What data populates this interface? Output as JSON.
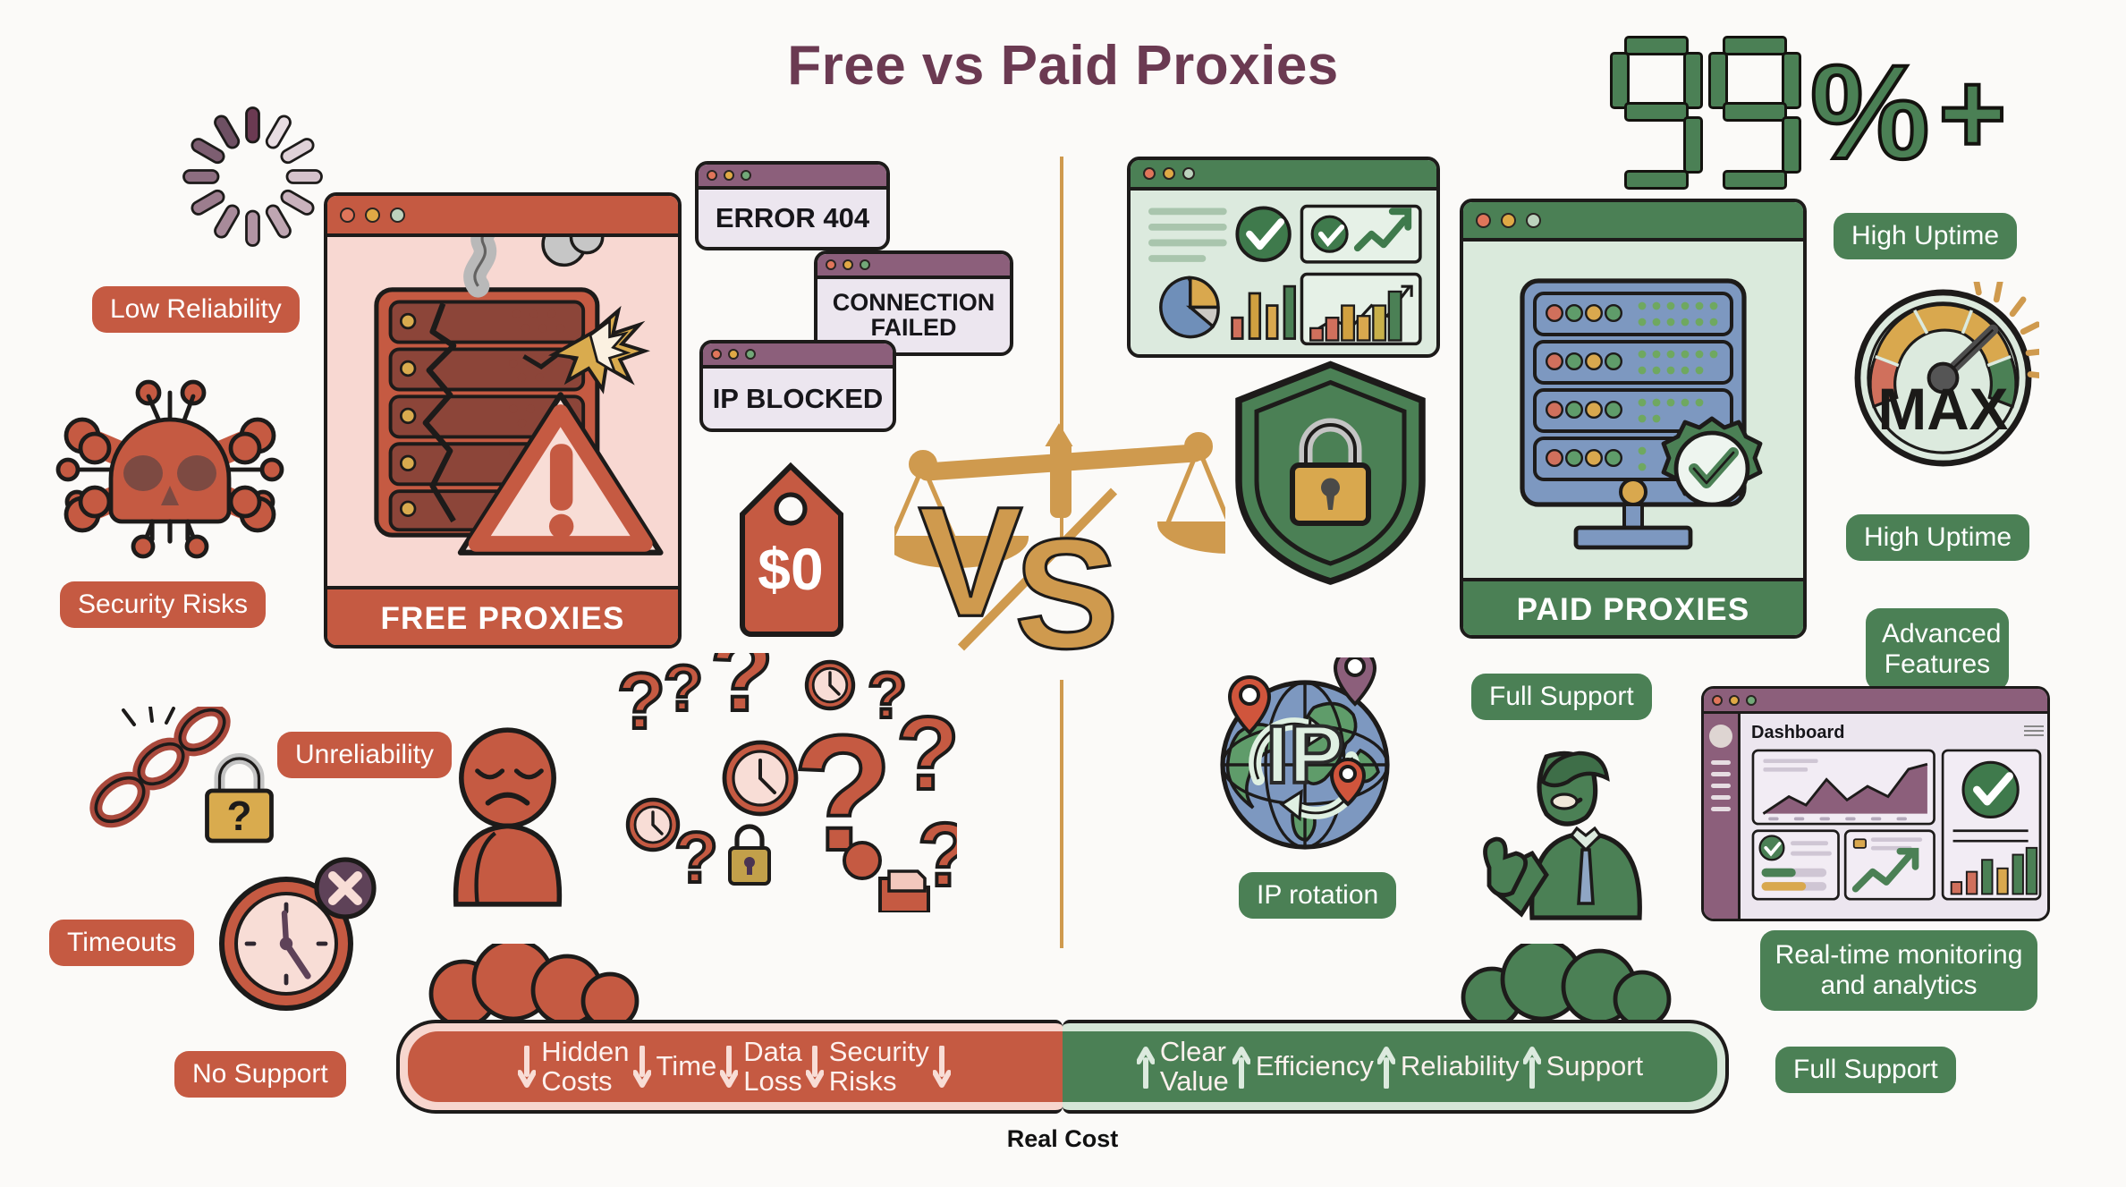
{
  "page": {
    "title": "Free vs Paid Proxies",
    "background": "#fbfaf8",
    "title_color": "#6b3a52",
    "divider_color": "#cf9a4e",
    "red_accent": "#c55a42",
    "green_accent": "#4b8055",
    "plum_accent": "#8c5f7b",
    "gold_accent": "#cf9a4e"
  },
  "left": {
    "panel_label": "FREE PROXIES",
    "price_tag": "$0",
    "badges": {
      "low_reliability": "Low Reliability",
      "security_risks": "Security Risks",
      "unreliability": "Unreliability",
      "timeouts": "Timeouts",
      "no_support": "No Support"
    },
    "error_windows": [
      {
        "text": "ERROR 404"
      },
      {
        "text": "CONNECTION FAILED"
      },
      {
        "text": "IP BLOCKED"
      }
    ],
    "icons": {
      "spinner": "loading-spinner-icon",
      "skull": "skull-malware-icon",
      "broken_chain": "broken-chain-icon",
      "lock_question": "lock-question-icon",
      "clock_x": "clock-timeout-icon",
      "sad_person": "sad-person-icon",
      "question_cluster": "question-marks-cluster-icon",
      "warning": "warning-triangle-icon",
      "smoke": "smoke-icon",
      "spark": "spark-explosion-icon"
    }
  },
  "center": {
    "vs_label": "VS",
    "scale_icon": "balance-scale-icon"
  },
  "right": {
    "panel_label": "PAID PROXIES",
    "uptime_value": "99%+",
    "gauge_label": "MAX",
    "globe_label": "IP",
    "dashboard_title": "Dashboard",
    "badges": {
      "high_uptime_top": "High Uptime",
      "high_uptime_gauge": "High Uptime",
      "advanced_features": "Advanced\nFeatures",
      "advanced_features_line1": "Advanced",
      "advanced_features_line2": "Features",
      "ip_rotation": "IP rotation",
      "full_support_left": "Full Support",
      "realtime_line1": "Real-time monitoring",
      "realtime_line2": "and analytics",
      "full_support_right": "Full Support"
    },
    "icons": {
      "shield_lock": "shield-lock-icon",
      "verified_badge": "verified-check-badge-icon",
      "gauge": "speed-gauge-icon",
      "globe": "globe-ip-rotation-icon",
      "support_person": "support-person-thumbsup-icon",
      "analytics_window": "analytics-window-icon"
    }
  },
  "bottom": {
    "caption": "Real Cost",
    "red_items": [
      {
        "arrow": "down",
        "label": "Hidden\nCosts",
        "line1": "Hidden",
        "line2": "Costs"
      },
      {
        "arrow": "down",
        "label": "Time",
        "line1": "Time",
        "line2": ""
      },
      {
        "arrow": "down",
        "label": "Data\nLoss",
        "line1": "Data",
        "line2": "Loss"
      },
      {
        "arrow": "down",
        "label": "Security\nRisks",
        "line1": "Security",
        "line2": "Risks"
      },
      {
        "arrow": "down",
        "label": "",
        "line1": "",
        "line2": ""
      }
    ],
    "green_items": [
      {
        "arrow": "up",
        "label": "Clear\nValue",
        "line1": "Clear",
        "line2": "Value"
      },
      {
        "arrow": "up",
        "label": "Efficiency",
        "line1": "Efficiency",
        "line2": ""
      },
      {
        "arrow": "up",
        "label": "Reliability",
        "line1": "Reliability",
        "line2": ""
      },
      {
        "arrow": "up",
        "label": "Support",
        "line1": "Support",
        "line2": ""
      }
    ]
  },
  "chart_data": {
    "type": "table",
    "title": "Free vs Paid Proxies",
    "categories": [
      "Free Proxies",
      "Paid Proxies"
    ],
    "series": [
      {
        "name": "Free Proxies",
        "attributes": [
          "Low Reliability",
          "Security Risks",
          "Unreliability",
          "Timeouts",
          "No Support",
          "ERROR 404",
          "CONNECTION FAILED",
          "IP BLOCKED",
          "$0"
        ],
        "cost_bar": [
          "Hidden Costs",
          "Time",
          "Data Loss",
          "Security Risks"
        ],
        "trend": "down"
      },
      {
        "name": "Paid Proxies",
        "attributes": [
          "High Uptime",
          "Advanced Features",
          "IP rotation",
          "Full Support",
          "Real-time monitoring and analytics",
          "99%+",
          "MAX"
        ],
        "cost_bar": [
          "Clear Value",
          "Efficiency",
          "Reliability",
          "Support"
        ],
        "trend": "up"
      }
    ],
    "annotations": [
      "VS",
      "Real Cost"
    ]
  }
}
